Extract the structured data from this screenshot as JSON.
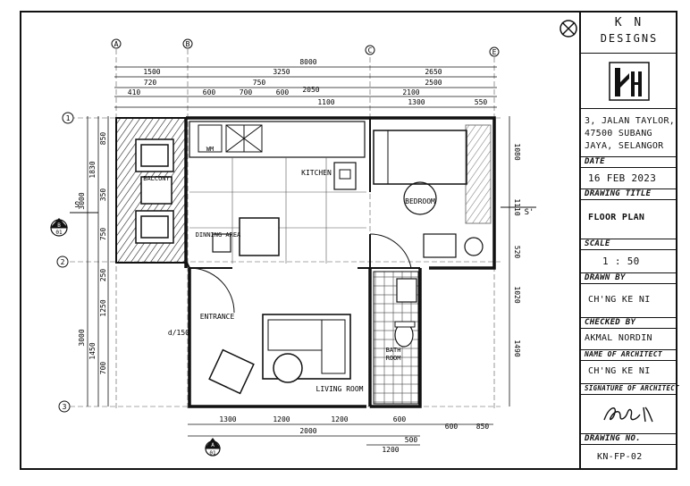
{
  "title_block": {
    "firm_line1": "K N",
    "firm_line2": "DESIGNS",
    "address_line1": "3, JALAN TAYLOR,",
    "address_line2": "47500 SUBANG",
    "address_line3": "JAYA, SELANGOR",
    "date_label": "DATE",
    "date_value": "16 FEB 2023",
    "drawing_title_label": "DRAWING TITLE",
    "drawing_title_value": "FLOOR PLAN",
    "scale_label": "SCALE",
    "scale_value": "1 : 50",
    "drawn_by_label": "DRAWN BY",
    "drawn_by_value": "CH'NG KE NI",
    "checked_by_label": "CHECKED BY",
    "checked_by_value": "AKMAL NORDIN",
    "architect_label": "NAME OF ARCHITECT",
    "architect_value": "CH'NG KE NI",
    "signature_label": "SIGNATURE OF ARCHITECT",
    "drawing_no_label": "DRAWING NO.",
    "drawing_no_value": "KN-FP-02"
  },
  "plan": {
    "grid_top": [
      "A",
      "B",
      "C",
      "E"
    ],
    "grid_left": [
      "1",
      "2",
      "3"
    ],
    "dims_top_row1": [
      "8000"
    ],
    "dims_top_row2": [
      "1500",
      "3250",
      "2650"
    ],
    "dims_top_row3": [
      "720",
      "750",
      "2500"
    ],
    "dims_top_row4": [
      "410",
      "600",
      "700",
      "600",
      "2050",
      "2100"
    ],
    "dims_top_row5": [
      "1100",
      "1300",
      "550"
    ],
    "dims_left": [
      "3000",
      "1830",
      "850",
      "350",
      "750",
      "3000",
      "1250",
      "1450",
      "700",
      "250"
    ],
    "dims_right": [
      "1080",
      "1110",
      "520",
      "1020",
      "1490"
    ],
    "dims_bottom": [
      "1300",
      "1200",
      "1200",
      "2000",
      "600",
      "600",
      "850",
      "500",
      "1200"
    ],
    "rooms": {
      "balcony": "BALCONY",
      "kitchen": "KITCHEN",
      "bedroom": "BEDROOM",
      "dining": "DINNING AREA",
      "entrance": "ENTRANCE",
      "bathroom_1": "BATH",
      "bathroom_2": "ROOM",
      "living": "LIVING ROOM",
      "wm": "WM"
    },
    "door_tag": "d/150",
    "section_left": "S",
    "section_right": "S'",
    "elev_top_left": "B",
    "elev_bottom_left": "01",
    "elev2_top": "A",
    "elev2_bottom": "01"
  }
}
